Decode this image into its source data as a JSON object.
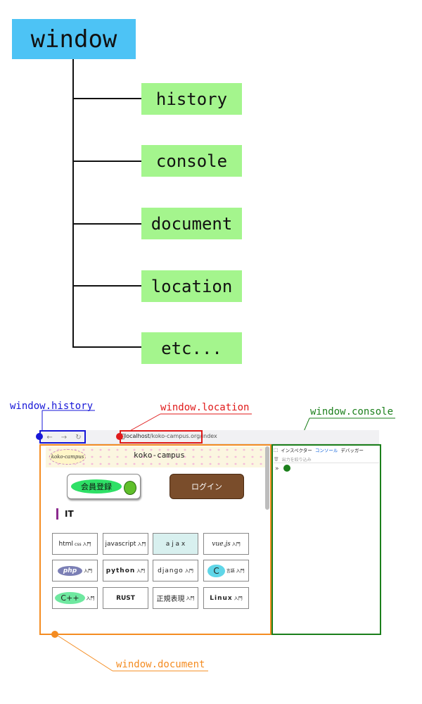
{
  "tree": {
    "root": "window",
    "children": [
      "history",
      "console",
      "document",
      "location",
      "etc..."
    ]
  },
  "annotations": {
    "history": "window.history",
    "location": "window.location",
    "console": "window.console",
    "document": "window.document"
  },
  "colors": {
    "root": "#4dc3f5",
    "child": "#a4f58d",
    "history": "#1717d8",
    "location": "#e01a1a",
    "console": "#1b7f1b",
    "document": "#f48c21"
  },
  "browser": {
    "url_host": "localhost",
    "url_path": "/koko-campus.org/index",
    "nav_icons": [
      "back-arrow-icon",
      "forward-arrow-icon",
      "reload-icon"
    ],
    "page": {
      "logo": "koko-campus",
      "title": "koko-campus",
      "register_button": "会員登録",
      "login_button": "ログイン",
      "section": "IT",
      "tiles": [
        {
          "main": "html",
          "sub": "css 入門"
        },
        {
          "main": "javascript",
          "sub": "入門"
        },
        {
          "main": "a j a x",
          "sub": ""
        },
        {
          "main": "vue.js",
          "sub": "入門"
        },
        {
          "main": "php",
          "sub": "入門"
        },
        {
          "main": "python",
          "sub": "入門"
        },
        {
          "main": "django",
          "sub": "入門"
        },
        {
          "main": "C",
          "sub": "言語 入門"
        },
        {
          "main": "C++",
          "sub": "入門"
        },
        {
          "main": "RUST",
          "sub": ""
        },
        {
          "main": "正規表現",
          "sub": "入門"
        },
        {
          "main": "Linux",
          "sub": "入門"
        }
      ]
    },
    "devtools": {
      "tabs": [
        "インスペクター",
        "コンソール",
        "デバッガー"
      ],
      "active_tab": "コンソール",
      "filter_placeholder": "出力を絞り込み",
      "prompt": "»"
    }
  }
}
